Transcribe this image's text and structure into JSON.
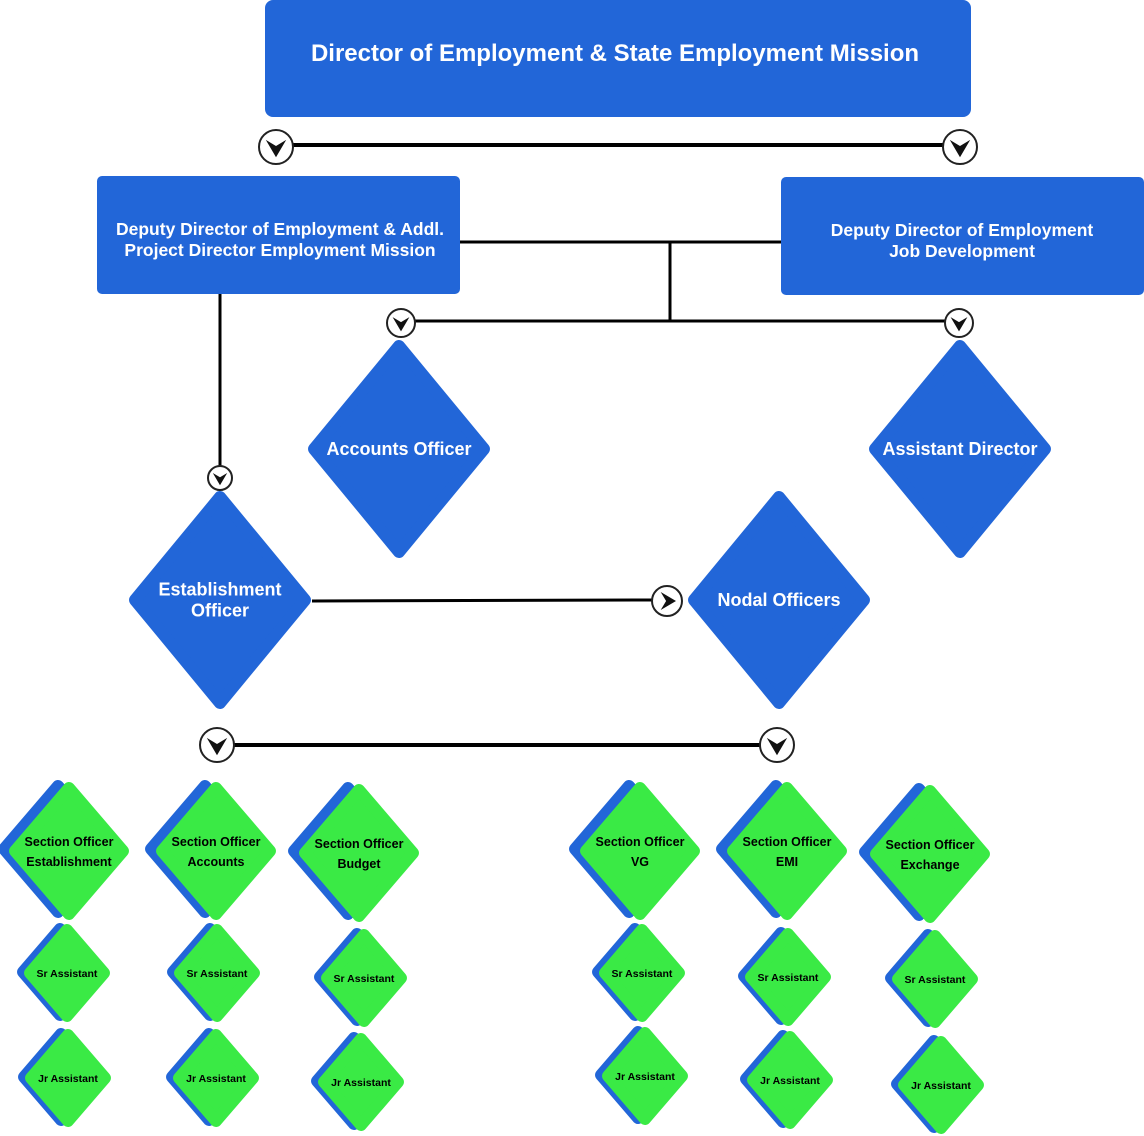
{
  "colors": {
    "blue": "#2266d8",
    "green": "#3aea45",
    "line": "#000000",
    "white": "#ffffff"
  },
  "director": {
    "label": "Director  of  Employment & State Employment Mission"
  },
  "deputies": [
    {
      "lines": [
        "Deputy Director of Employment & Addl.",
        "Project Director Employment Mission"
      ]
    },
    {
      "lines": [
        "Deputy Director of Employment",
        "Job Development"
      ]
    }
  ],
  "officers": {
    "accounts": {
      "label": "Accounts Officer"
    },
    "assistant_director": {
      "label": "Assistant Director"
    },
    "establishment": {
      "lines": [
        "Establishment",
        "Officer"
      ]
    },
    "nodal": {
      "label": "Nodal Officers"
    }
  },
  "sections": [
    {
      "lines": [
        "Section Officer",
        "Establishment"
      ],
      "sr": "Sr Assistant",
      "jr": "Jr Assistant"
    },
    {
      "lines": [
        "Section Officer",
        "Accounts"
      ],
      "sr": "Sr Assistant",
      "jr": "Jr Assistant"
    },
    {
      "lines": [
        "Section Officer",
        "Budget"
      ],
      "sr": "Sr Assistant",
      "jr": "Jr Assistant"
    },
    {
      "lines": [
        "Section Officer",
        "VG"
      ],
      "sr": "Sr Assistant",
      "jr": "Jr Assistant"
    },
    {
      "lines": [
        "Section Officer",
        "EMI"
      ],
      "sr": "Sr Assistant",
      "jr": "Jr Assistant"
    },
    {
      "lines": [
        "Section Officer",
        "Exchange"
      ],
      "sr": "Sr Assistant",
      "jr": "Jr Assistant"
    }
  ]
}
